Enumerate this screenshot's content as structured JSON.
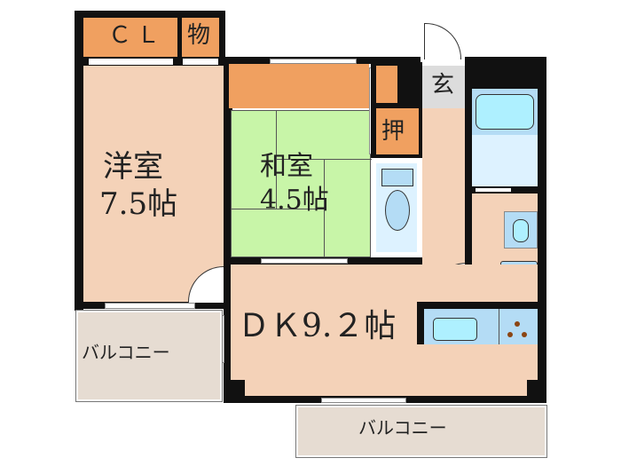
{
  "plan": {
    "rooms": {
      "western": {
        "name": "洋室",
        "size": "7.5帖",
        "color": "#f4d2b8"
      },
      "japanese": {
        "name": "和室",
        "size": "4.5帖",
        "color": "#c8f5a8"
      },
      "dk": {
        "label": "ＤＫ9.２帖",
        "color": "#f4d2b8"
      },
      "closet": {
        "label": "ＣＬ",
        "color": "#f0a060"
      },
      "storage": {
        "label": "物",
        "color": "#f0a060"
      },
      "oshiire": {
        "label": "押",
        "color": "#f0a060"
      },
      "entrance": {
        "label": "玄",
        "color": "#dcdcdc"
      },
      "balcony_left": {
        "label": "バルコニー",
        "color": "#e6dcd2"
      },
      "balcony_bottom": {
        "label": "バルコニー",
        "color": "#e6dcd2"
      }
    },
    "fixtures": {
      "bath_color": "#aef0ff",
      "wet_area_color": "#ddf2ff",
      "fixture_frame": "#b4dcf5"
    }
  }
}
